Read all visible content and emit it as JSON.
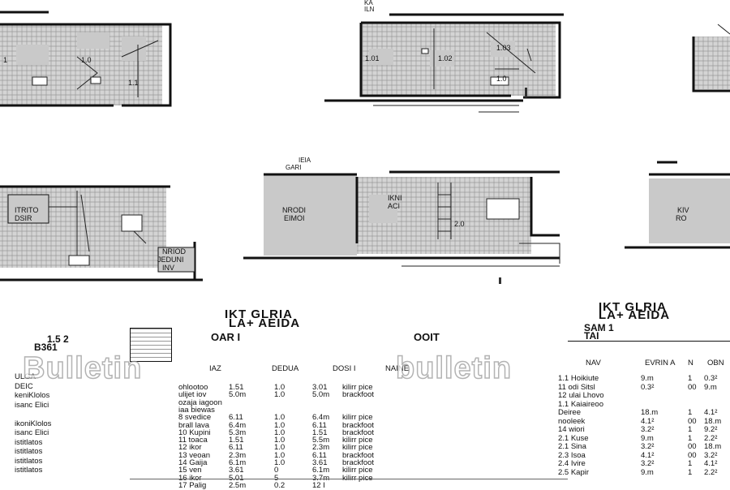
{
  "plans": {
    "top_left": {
      "labels": [
        "1",
        "1.0",
        "1.1"
      ]
    },
    "top_center": {
      "header": "ILN",
      "header2": "KA",
      "labels": [
        "1.01",
        "1.02",
        "1.03",
        "1.0"
      ]
    },
    "mid_left": {
      "labels": [
        "ITRITO",
        "DSIR",
        "NRIOD",
        "JEDUNI",
        "INV"
      ]
    },
    "mid_center": {
      "header": "IEIA",
      "header2": "GARI",
      "labels": [
        "NRODI",
        "EIMOI",
        "IKNI",
        "ACI",
        "2.0"
      ]
    },
    "mid_right": {
      "labels": [
        "KIV",
        "RO"
      ]
    }
  },
  "watermarks": [
    "Bulletin",
    "bulletin"
  ],
  "center_table": {
    "title": "IKT GLRIA",
    "subtitle": "LA+ AEIDA",
    "sub_left": "OAR I",
    "sub_right": "OOIT",
    "headers": [
      "IAZ",
      "DEDUA",
      "DOSI I",
      "NAINE"
    ],
    "rows": [
      [
        "ohlootoo",
        "1.51",
        "1.0",
        "3.01",
        "kilirr pice"
      ],
      [
        "ulijet iov",
        "5.0m",
        "1.0",
        "5.0m",
        "brackfoot"
      ],
      [
        "ozaja iagoon",
        "",
        "",
        "",
        ""
      ],
      [
        "iaa biewas",
        "",
        "",
        "",
        ""
      ],
      [
        "8 svedice",
        "6.11",
        "1.0",
        "6.4m",
        "kilirr pice"
      ],
      [
        "brall lava",
        "6.4m",
        "1.0",
        "6.11",
        "brackfoot"
      ],
      [
        "10 Kupini",
        "5.3m",
        "1.0",
        "1.51",
        "brackfoot"
      ],
      [
        "11 toaca",
        "1.51",
        "1.0",
        "5.5m",
        "kilirr pice"
      ],
      [
        "12 ikor",
        "6.11",
        "1.0",
        "2.3m",
        "kilirr pice"
      ],
      [
        "13 veoan",
        "2.3m",
        "1.0",
        "6.11",
        "brackfoot"
      ],
      [
        "14 Gaija",
        "6.1m",
        "1.0",
        "3.61",
        "brackfoot"
      ],
      [
        "15 ven",
        "3.61",
        "0",
        "6.1m",
        "kilirr pice"
      ],
      [
        "16 ikor",
        "5.01",
        "5",
        "3.7m",
        "kilirr pice"
      ],
      [
        "17 Palig",
        "2.5m",
        "0.2",
        "12 I",
        ""
      ]
    ]
  },
  "right_table": {
    "title": "IKT GLRIA",
    "subtitle": "LA+ AEIDA",
    "sub": "SAM 1",
    "sub2": "TAI",
    "headers": [
      "NAV",
      "EVRIN A",
      "N",
      "OBN"
    ],
    "rows": [
      [
        "1.1 Hoikiute",
        "9.m",
        "1",
        "0.3²"
      ],
      [
        "11 odi Sitsl",
        "0.3²",
        "00",
        "9.m"
      ],
      [
        "12 ulai Lhovo",
        "",
        "",
        ""
      ],
      [
        "1.1 Kaiaireoo",
        "",
        "",
        ""
      ],
      [
        "Deiree",
        "18.m",
        "1",
        "4.1²"
      ],
      [
        "nooleek",
        "4.1²",
        "00",
        "18.m"
      ],
      [
        "14 wiori",
        "3.2²",
        "1",
        "9.2²"
      ],
      [
        "2.1 Kuse",
        "9.m",
        "1",
        "2.2²"
      ],
      [
        "2.1 Sina",
        "3.2²",
        "00",
        "18.m"
      ],
      [
        "2.3 Isoa",
        "4.1²",
        "00",
        "3.2²"
      ],
      [
        "2.4 Ivire",
        "3.2²",
        "1",
        "4.1²"
      ],
      [
        "2.5 Kapir",
        "9.m",
        "1",
        "2.2²"
      ]
    ]
  },
  "left_table": {
    "code": "B361",
    "prefix": "1.5 2",
    "rows": [
      "ULGA",
      "DEIC",
      "keniKlolos",
      "isanc Elici",
      "",
      "ikoniKlolos",
      "isanc Elici",
      "istitlatos",
      "istitlatos",
      "istitlatos",
      "istitlatos"
    ]
  }
}
